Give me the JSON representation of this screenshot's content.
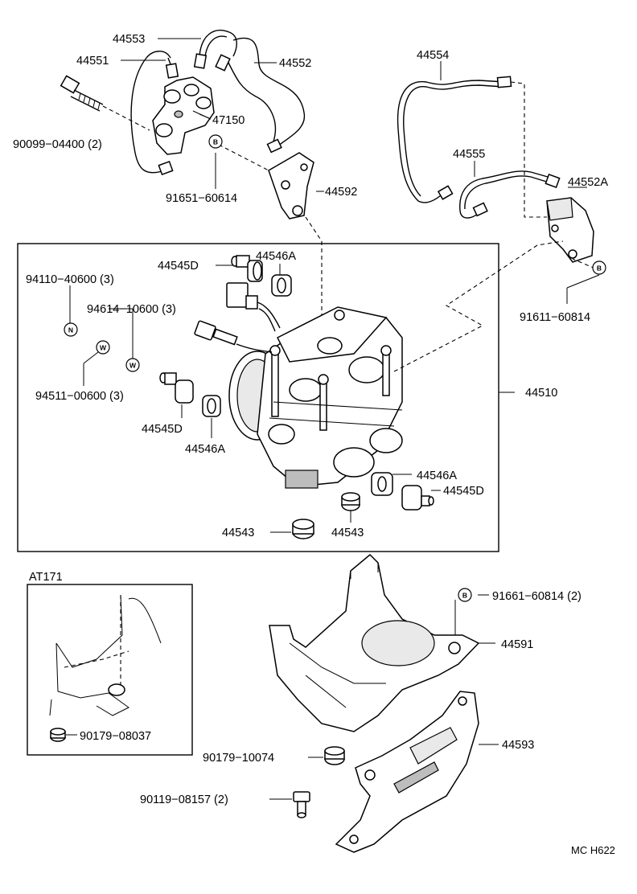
{
  "labels": {
    "l44553": "44553",
    "l44551": "44551",
    "l44552": "44552",
    "l47150": "47150",
    "l90099": "90099−04400 (2)",
    "l91651": "91651−60614",
    "l44592": "44592",
    "l44554": "44554",
    "l44555": "44555",
    "l44552a": "44552A",
    "l91611": "91611−60814",
    "l44545d_1": "44545D",
    "l44546a_1": "44546A",
    "l94110": "94110−40600 (3)",
    "l94614": "94614−10600 (3)",
    "l94511": "94511−00600 (3)",
    "l44545d_2": "44545D",
    "l44546a_2": "44546A",
    "l44510": "44510",
    "l44546a_3": "44546A",
    "l44545d_3": "44545D",
    "l44543_1": "44543",
    "l44543_2": "44543",
    "lat171": "AT171",
    "l90179_08037": "90179−08037",
    "l91661": "91661−60814 (2)",
    "l44591": "44591",
    "l90179_10074": "90179−10074",
    "l44593": "44593",
    "l90119": "90119−08157 (2)",
    "code": "MC H622"
  },
  "symbols": {
    "b": "B",
    "n": "N",
    "w": "W"
  }
}
